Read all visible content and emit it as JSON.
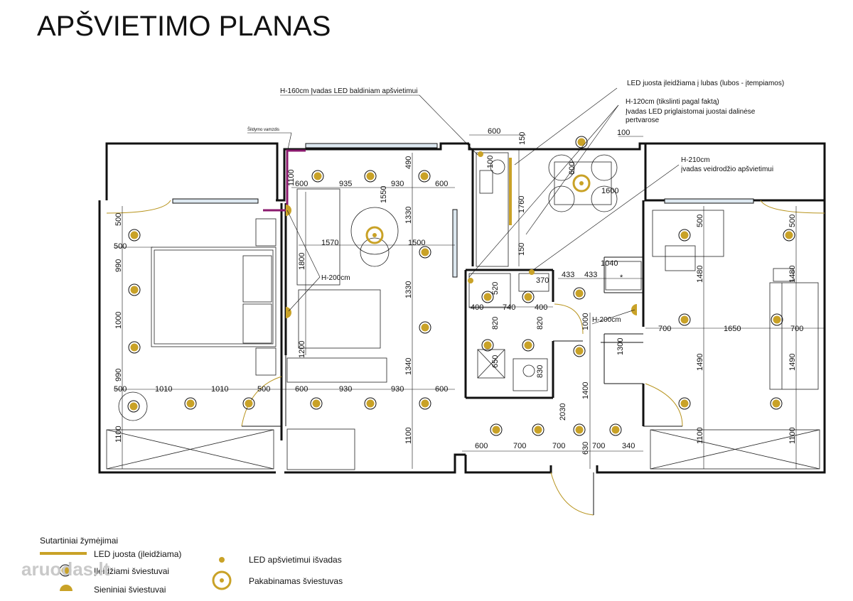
{
  "title": "APŠVIETIMO PLANAS",
  "watermark": "aruodas.lt",
  "colors": {
    "led": "#c9a227",
    "wall": "#111111",
    "heating_pipe": "#8b1a6e"
  },
  "annotations": {
    "h160": "H-160cm Įvadas LED baldiniam apšvietimui",
    "led_ceiling": "LED juosta įleidžiama į lubas (lubos - įtempiamos)",
    "h120_1": "H-120cm (tikslinti pagal faktą)",
    "h120_2": "Įvadas LED priglaistomai juostai dalinėse",
    "h120_3": "pertvarose",
    "h210_1": "H-210cm",
    "h210_2": "įvadas veidrodžio apšvietimui",
    "h200_left": "H-200cm",
    "h200_right": "H-200cm",
    "heating_pipe": "Šildymo vamzdis"
  },
  "dimensions": {
    "d600_top": "600",
    "d150_top": "150",
    "d100_top": "100",
    "d1100_v": "1100",
    "d490": "490",
    "d1550": "1550",
    "d1330_a": "1330",
    "d1330_b": "1330",
    "d1340": "1340",
    "d1100_low": "1100",
    "d1800": "1800",
    "d1200": "1200",
    "r1_600": "600",
    "r1_935": "935",
    "r1_930": "930",
    "r1_600b": "600",
    "d1570": "1570",
    "d1500": "1500",
    "l500_top": "500",
    "l500_h": "500",
    "l990_a": "990",
    "l1000": "1000",
    "l990_b": "990",
    "l1100": "1100",
    "b_500": "500",
    "b_1010a": "1010",
    "b_1010b": "1010",
    "b_500b": "500",
    "b_600": "600",
    "b_930a": "930",
    "b_930b": "930",
    "b_600b": "600",
    "k_100": "100",
    "k_1760": "1760",
    "k_150": "150",
    "k_600": "600",
    "k_1600": "1600",
    "bath_520": "520",
    "bath_370": "370",
    "bath_400a": "400",
    "bath_740": "740",
    "bath_400b": "400",
    "bath_820a": "820",
    "bath_820b": "820",
    "bath_650": "650",
    "bath_830": "830",
    "h_433a": "433",
    "h_433b": "433",
    "h_1040": "1040",
    "h_1000": "1000",
    "h_1300": "1300",
    "h_1400": "1400",
    "h_2030": "2030",
    "h_630": "630",
    "c_600": "600",
    "c_700a": "700",
    "c_700b": "700",
    "c_700c": "700",
    "c_340": "340",
    "r_500a": "500",
    "r_500b": "500",
    "r_1480a": "1480",
    "r_1480b": "1480",
    "r_700a": "700",
    "r_1650": "1650",
    "r_700b": "700",
    "r_1490a": "1490",
    "r_1490b": "1490",
    "r_1100a": "1100",
    "r_1100b": "1100"
  },
  "legend": {
    "title": "Sutartiniai žymėjimai",
    "led_strip": "LED juosta (įleidžiama)",
    "recessed": "Įleidžiami šviestuvai",
    "wall_lights": "Sieniniai šviestuvai",
    "led_outlet": "LED apšvietimui išvadas",
    "pendant": "Pakabinamas šviestuvas"
  }
}
